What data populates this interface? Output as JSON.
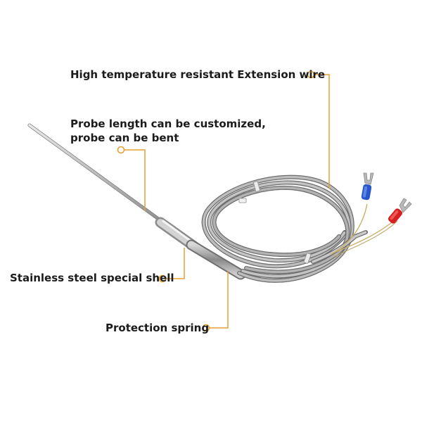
{
  "labels": {
    "extension_wire": "High temperature resistant Extension wire",
    "probe_line1": "Probe length can be customized,",
    "probe_line2": "probe can be bent",
    "shell": "Stainless steel special shell",
    "spring": "Protection spring"
  },
  "colors": {
    "callout": "#e6a032",
    "text": "#1b1b1b",
    "braid": "#a8a8a8",
    "probe": "#c9c9c9",
    "connector_blue": "#2857c9",
    "connector_red": "#d61f1f",
    "terminal_metal": "#b8b8b8"
  }
}
